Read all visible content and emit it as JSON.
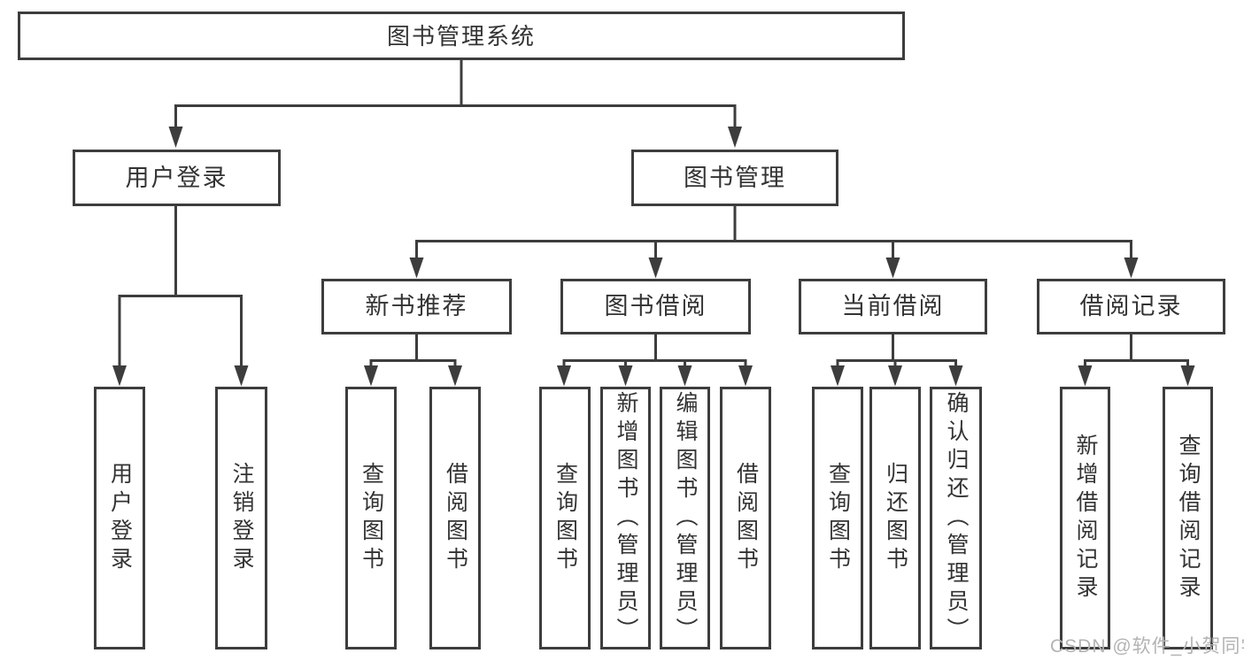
{
  "diagram": {
    "root": {
      "label": "图书管理系统"
    },
    "level2": [
      {
        "label": "用户登录"
      },
      {
        "label": "图书管理"
      }
    ],
    "level3": [
      {
        "label": "新书推荐"
      },
      {
        "label": "图书借阅"
      },
      {
        "label": "当前借阅"
      },
      {
        "label": "借阅记录"
      }
    ],
    "leaves": [
      {
        "label": "用户登录"
      },
      {
        "label": "注销登录"
      },
      {
        "label": "查询图书"
      },
      {
        "label": "借阅图书"
      },
      {
        "label": "查询图书"
      },
      {
        "label": "新增图书（管理员）"
      },
      {
        "label": "编辑图书（管理员）"
      },
      {
        "label": "借阅图书"
      },
      {
        "label": "查询图书"
      },
      {
        "label": "归还图书"
      },
      {
        "label": "确认归还（管理员）"
      },
      {
        "label": "新增借阅记录"
      },
      {
        "label": "查询借阅记录"
      }
    ]
  },
  "watermark": {
    "text": "CSDN @软件_小贺同学"
  },
  "colors": {
    "line": "#3d3d3d",
    "text": "#333333",
    "watermark": "#b3b3b3",
    "background": "#ffffff"
  }
}
